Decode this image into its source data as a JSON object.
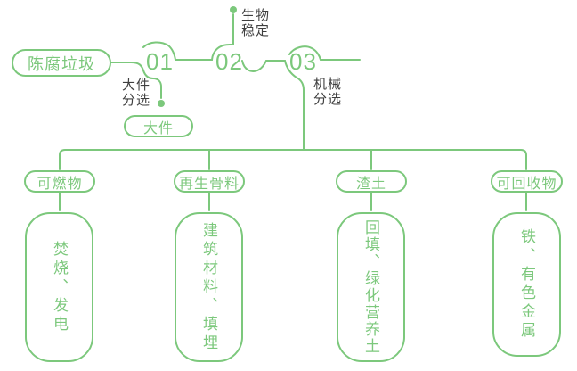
{
  "colors": {
    "green": "#7cc87c",
    "dark": "#3f3f3f"
  },
  "diagram": {
    "source_label": "陈腐垃圾",
    "steps": [
      {
        "number": "01",
        "process": "大件\n分选"
      },
      {
        "number": "02",
        "process": "生物\n稳定"
      },
      {
        "number": "03",
        "process": "机械\n分选"
      }
    ],
    "bulky_output_label": "大件",
    "branches": [
      {
        "category": "可燃物",
        "disposal": "焚烧、发电"
      },
      {
        "category": "再生骨料",
        "disposal": "建筑材料、填埋"
      },
      {
        "category": "渣土",
        "disposal": "回填、绿化营养土"
      },
      {
        "category": "可回收物",
        "disposal": "铁、有色金属"
      }
    ]
  }
}
